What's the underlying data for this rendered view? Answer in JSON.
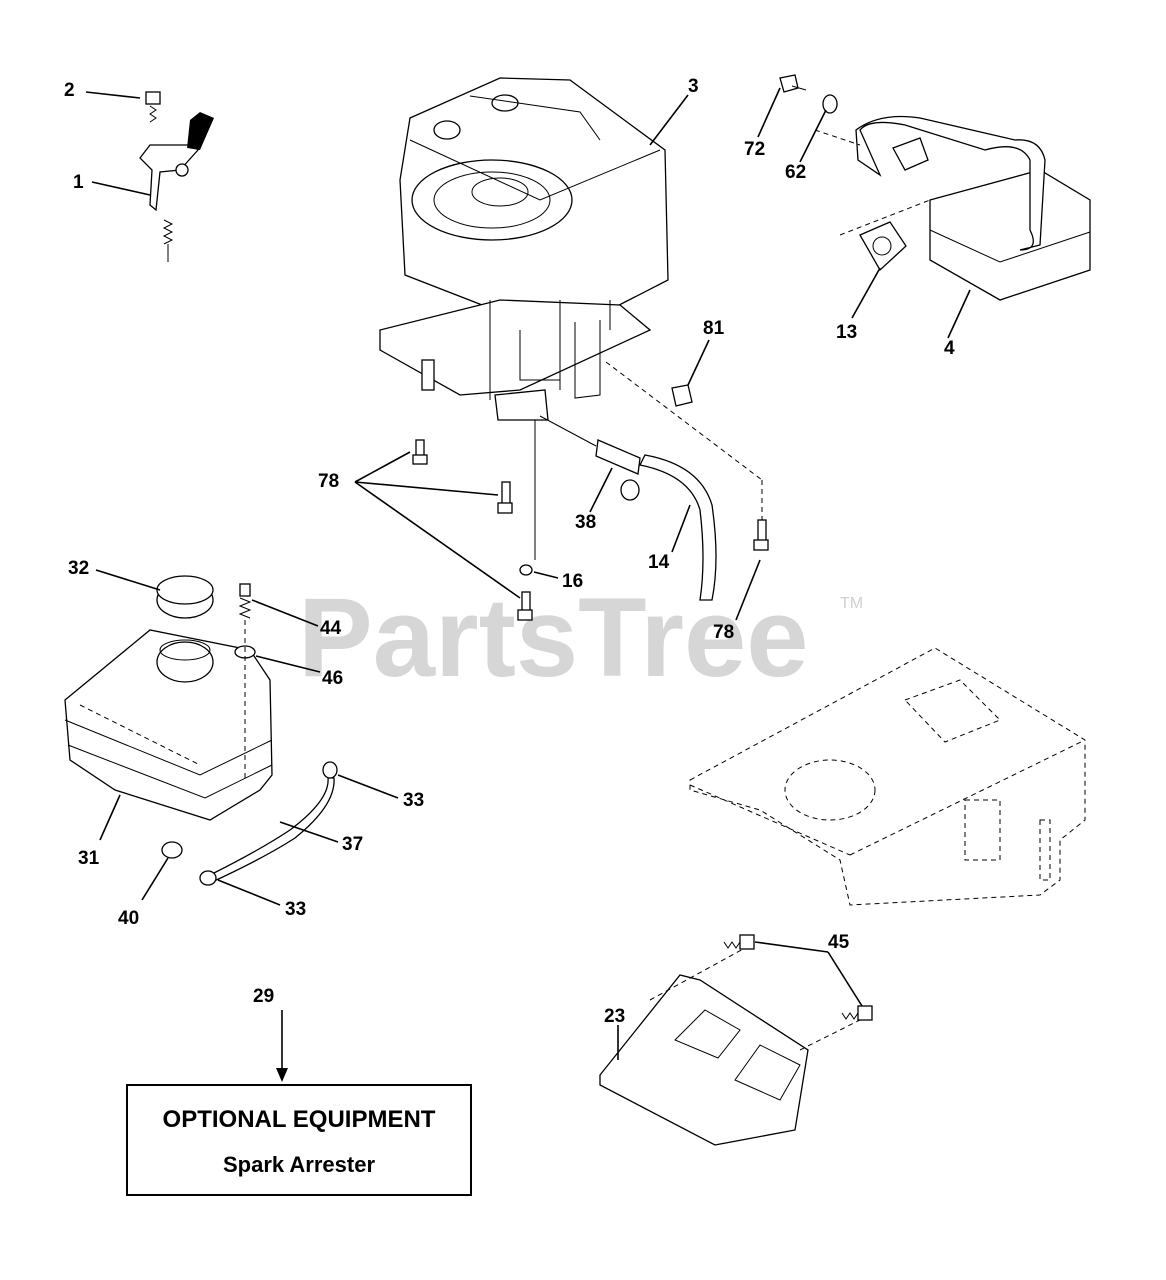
{
  "diagram": {
    "watermark": "PartsTree",
    "trademark": "TM",
    "callouts": {
      "c1": "1",
      "c2": "2",
      "c3": "3",
      "c4": "4",
      "c13": "13",
      "c14": "14",
      "c16": "16",
      "c23": "23",
      "c29": "29",
      "c31": "31",
      "c32": "32",
      "c33a": "33",
      "c33b": "33",
      "c37": "37",
      "c38": "38",
      "c40": "40",
      "c44": "44",
      "c45": "45",
      "c46": "46",
      "c62": "62",
      "c72": "72",
      "c78a": "78",
      "c78b": "78",
      "c81": "81"
    },
    "optional_box": {
      "title": "OPTIONAL EQUIPMENT",
      "subtitle": "Spark Arrester"
    }
  }
}
